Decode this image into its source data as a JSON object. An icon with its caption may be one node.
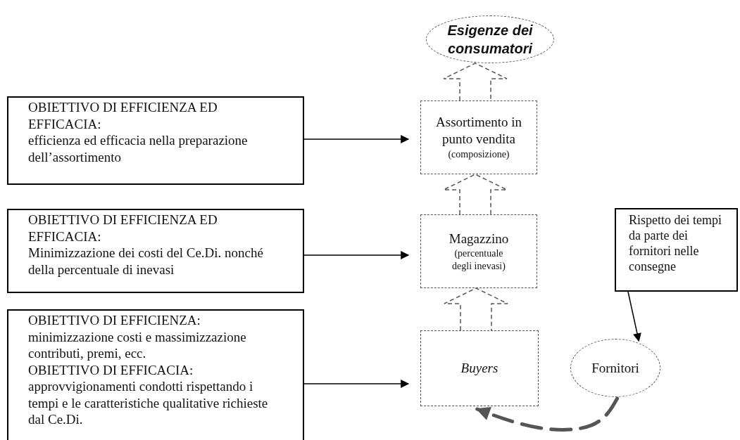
{
  "diagram": {
    "nodes": [
      {
        "text": [
          "Esigenze dei consumatori"
        ]
      },
      {
        "text": [
          "Assortimento in punto vendita",
          "(composizione)"
        ]
      },
      {
        "text": [
          "Magazzino",
          "(percentuale degli inevasi)"
        ]
      },
      {
        "text": [
          "Buyers"
        ]
      },
      {
        "text": [
          "Fornitori"
        ]
      },
      {
        "text": [
          "OBIETTIVO DI EFFICIENZA ED EFFICACIA:",
          "efficienza ed efficacia nella preparazione dell’assortimento"
        ]
      },
      {
        "text": [
          "OBIETTIVO DI EFFICIENZA ED EFFICACIA:",
          "Minimizzazione dei costi del Ce.Di. nonché della percentuale di inevasi"
        ]
      },
      {
        "text": [
          "OBIETTIVO DI EFFICIENZA:",
          "minimizzazione costi e massimizzazione contributi, premi, ecc.",
          "OBIETTIVO DI EFFICACIA:",
          "approvvigionamenti condotti rispettando i tempi e le caratteristiche qualitative richieste dal Ce.Di."
        ]
      },
      {
        "text": [
          "Rispetto dei tempi da parte dei fornitori nelle consegne"
        ]
      }
    ],
    "edges": [
      {
        "from": 1,
        "to": 0,
        "arrow": "to",
        "style": "thick"
      },
      {
        "from": 2,
        "to": 1,
        "arrow": "to",
        "style": "thick"
      },
      {
        "from": 3,
        "to": 2,
        "arrow": "to",
        "style": "thick"
      },
      {
        "from": 5,
        "to": 1,
        "arrow": "to"
      },
      {
        "from": 6,
        "to": 2,
        "arrow": "to"
      },
      {
        "from": 7,
        "to": 3,
        "arrow": "to"
      },
      {
        "from": 8,
        "to": 4,
        "arrow": "to"
      },
      {
        "from": 4,
        "to": 3,
        "arrow": "to",
        "style": "dashed",
        "color": "#555555"
      }
    ]
  }
}
